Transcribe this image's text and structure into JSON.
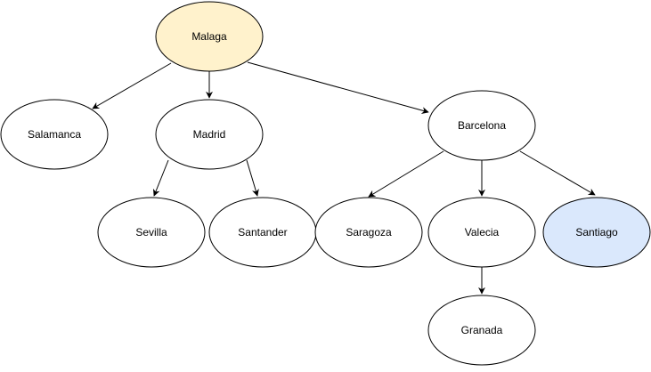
{
  "diagram": {
    "nodes": [
      {
        "id": "malaga",
        "label": "Malaga",
        "fill": "#fff2cc",
        "stroke": "#d6b656"
      },
      {
        "id": "salamanca",
        "label": "Salamanca",
        "fill": "#ffffff",
        "stroke": "#000000"
      },
      {
        "id": "madrid",
        "label": "Madrid",
        "fill": "#ffffff",
        "stroke": "#000000"
      },
      {
        "id": "barcelona",
        "label": "Barcelona",
        "fill": "#ffffff",
        "stroke": "#000000"
      },
      {
        "id": "sevilla",
        "label": "Sevilla",
        "fill": "#ffffff",
        "stroke": "#000000"
      },
      {
        "id": "santander",
        "label": "Santander",
        "fill": "#ffffff",
        "stroke": "#000000"
      },
      {
        "id": "saragoza",
        "label": "Saragoza",
        "fill": "#ffffff",
        "stroke": "#000000"
      },
      {
        "id": "valecia",
        "label": "Valecia",
        "fill": "#ffffff",
        "stroke": "#000000"
      },
      {
        "id": "santiago",
        "label": "Santiago",
        "fill": "#dae8fc",
        "stroke": "#6c8ebf"
      },
      {
        "id": "granada",
        "label": "Granada",
        "fill": "#ffffff",
        "stroke": "#000000"
      }
    ],
    "edges": [
      {
        "from": "malaga",
        "to": "salamanca"
      },
      {
        "from": "malaga",
        "to": "madrid"
      },
      {
        "from": "malaga",
        "to": "barcelona"
      },
      {
        "from": "madrid",
        "to": "sevilla"
      },
      {
        "from": "madrid",
        "to": "santander"
      },
      {
        "from": "barcelona",
        "to": "saragoza"
      },
      {
        "from": "barcelona",
        "to": "valecia"
      },
      {
        "from": "barcelona",
        "to": "santiago"
      },
      {
        "from": "valecia",
        "to": "granada"
      }
    ]
  }
}
